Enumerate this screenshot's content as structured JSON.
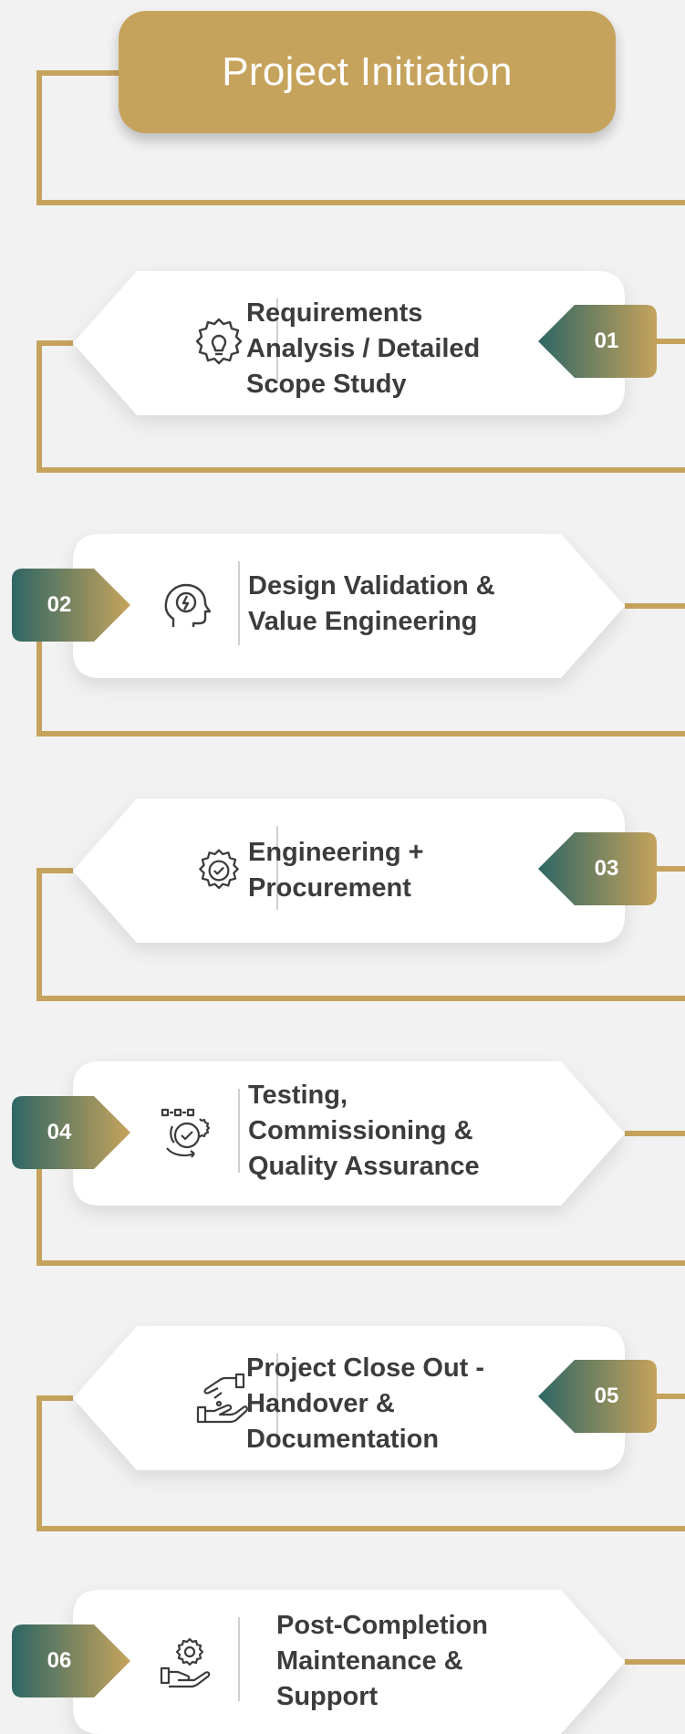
{
  "title": "Project Initiation",
  "colors": {
    "gold": "#c6a35c",
    "teal": "#2e6664",
    "card": "#ffffff",
    "text": "#3c3c3c",
    "background": "#f2f2f2"
  },
  "steps": [
    {
      "number": "01",
      "label": "Requirements\nAnalysis / Detailed\nScope Study",
      "icon": "lightbulb-gear-icon"
    },
    {
      "number": "02",
      "label": "Design Validation &\nValue Engineering",
      "icon": "head-idea-icon"
    },
    {
      "number": "03",
      "label": "Engineering +\nProcurement",
      "icon": "gear-check-icon"
    },
    {
      "number": "04",
      "label": "Testing,\nCommissioning &\nQuality Assurance",
      "icon": "testing-cycle-icon"
    },
    {
      "number": "05",
      "label": "Project Close Out -\nHandover &\nDocumentation",
      "icon": "handover-icon"
    },
    {
      "number": "06",
      "label": "Post-Completion\nMaintenance &\nSupport",
      "icon": "hand-gear-icon"
    }
  ]
}
